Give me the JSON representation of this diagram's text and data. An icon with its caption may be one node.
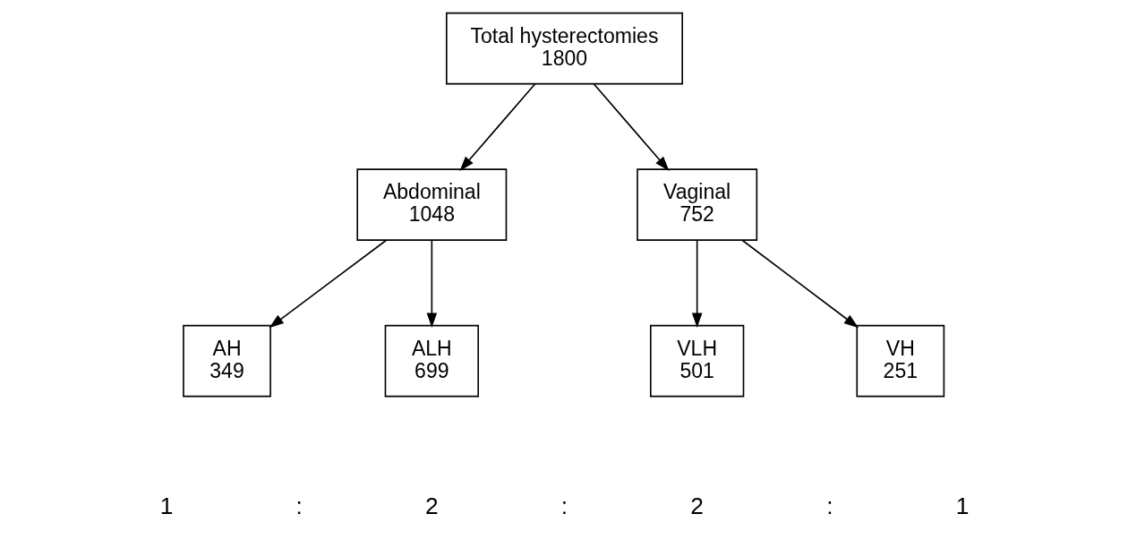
{
  "diagram": {
    "nodes": [
      {
        "text": [
          "Total hysterectomies",
          "1800"
        ]
      },
      {
        "text": [
          "Abdominal",
          "1048"
        ]
      },
      {
        "text": [
          "Vaginal",
          "752"
        ]
      },
      {
        "text": [
          "AH",
          "349"
        ]
      },
      {
        "text": [
          "ALH",
          "699"
        ]
      },
      {
        "text": [
          "VLH",
          "501"
        ]
      },
      {
        "text": [
          "VH",
          "251"
        ]
      }
    ],
    "edges": [
      {
        "from": 0,
        "to": 1,
        "arrow": "to"
      },
      {
        "from": 0,
        "to": 2,
        "arrow": "to"
      },
      {
        "from": 1,
        "to": 3,
        "arrow": "to"
      },
      {
        "from": 1,
        "to": 4,
        "arrow": "to"
      },
      {
        "from": 2,
        "to": 5,
        "arrow": "to"
      },
      {
        "from": 2,
        "to": 6,
        "arrow": "to"
      }
    ],
    "labels": [
      "1",
      ":",
      "2",
      ":",
      "2",
      ":",
      "1"
    ]
  }
}
